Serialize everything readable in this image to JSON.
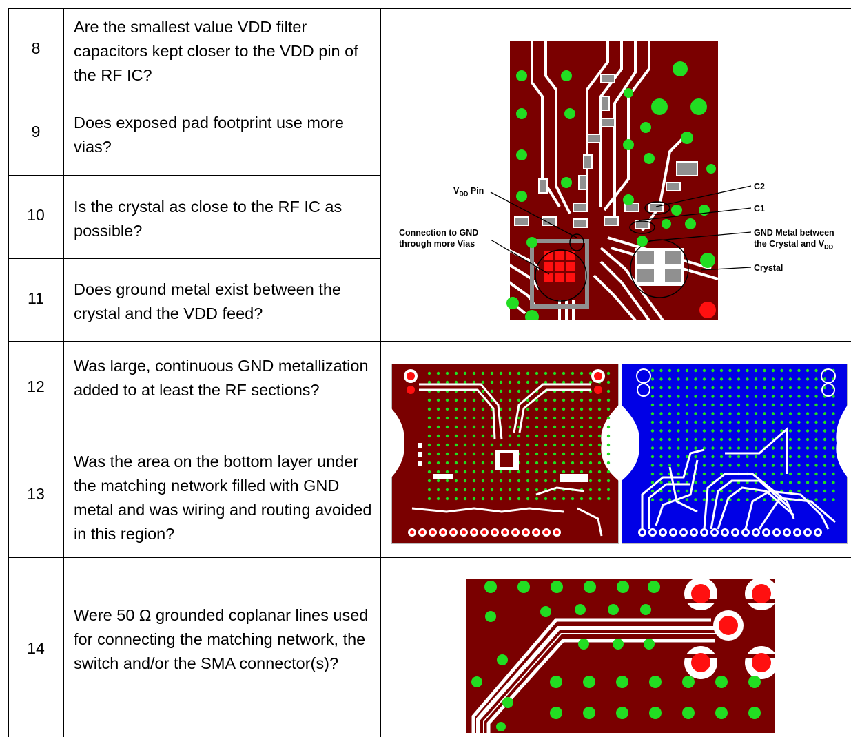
{
  "rows": [
    {
      "num": "8",
      "question": "Are the smallest value VDD filter capacitors kept closer to the VDD pin of the RF IC?"
    },
    {
      "num": "9",
      "question": "Does exposed pad footprint use more vias?"
    },
    {
      "num": "10",
      "question": "Is the crystal as close to the RF IC as possible?"
    },
    {
      "num": "11",
      "question": "Does ground metal exist between the crystal and the VDD feed?"
    },
    {
      "num": "12",
      "question": "Was large, continuous GND metallization added to at least the RF sections?"
    },
    {
      "num": "13",
      "question": "Was the area on the bottom layer under the matching network filled with GND metal and was wiring and routing avoided in this region?"
    },
    {
      "num": "14",
      "question": "Were 50 Ω grounded coplanar lines used for connecting the matching network, the switch and/or the SMA connector(s)?"
    }
  ],
  "figure1": {
    "labels": {
      "vdd_pin": "V",
      "vdd_pin_sub": "DD",
      "vdd_pin_suffix": " Pin",
      "gnd_conn_1": "Connection to GND",
      "gnd_conn_2": "through more Vias",
      "c2": "C2",
      "c1": "C1",
      "gnd_metal_1": "GND Metal between",
      "gnd_metal_2": "the Crystal and V",
      "gnd_metal_sub": "DD",
      "crystal": "Crystal"
    }
  },
  "colors": {
    "pcb_top": "#7a0000",
    "pcb_bottom": "#0000e6",
    "via": "#22dd22",
    "trace": "#ffffff",
    "pad_gray": "#909090",
    "red_pad": "#ff1010"
  }
}
